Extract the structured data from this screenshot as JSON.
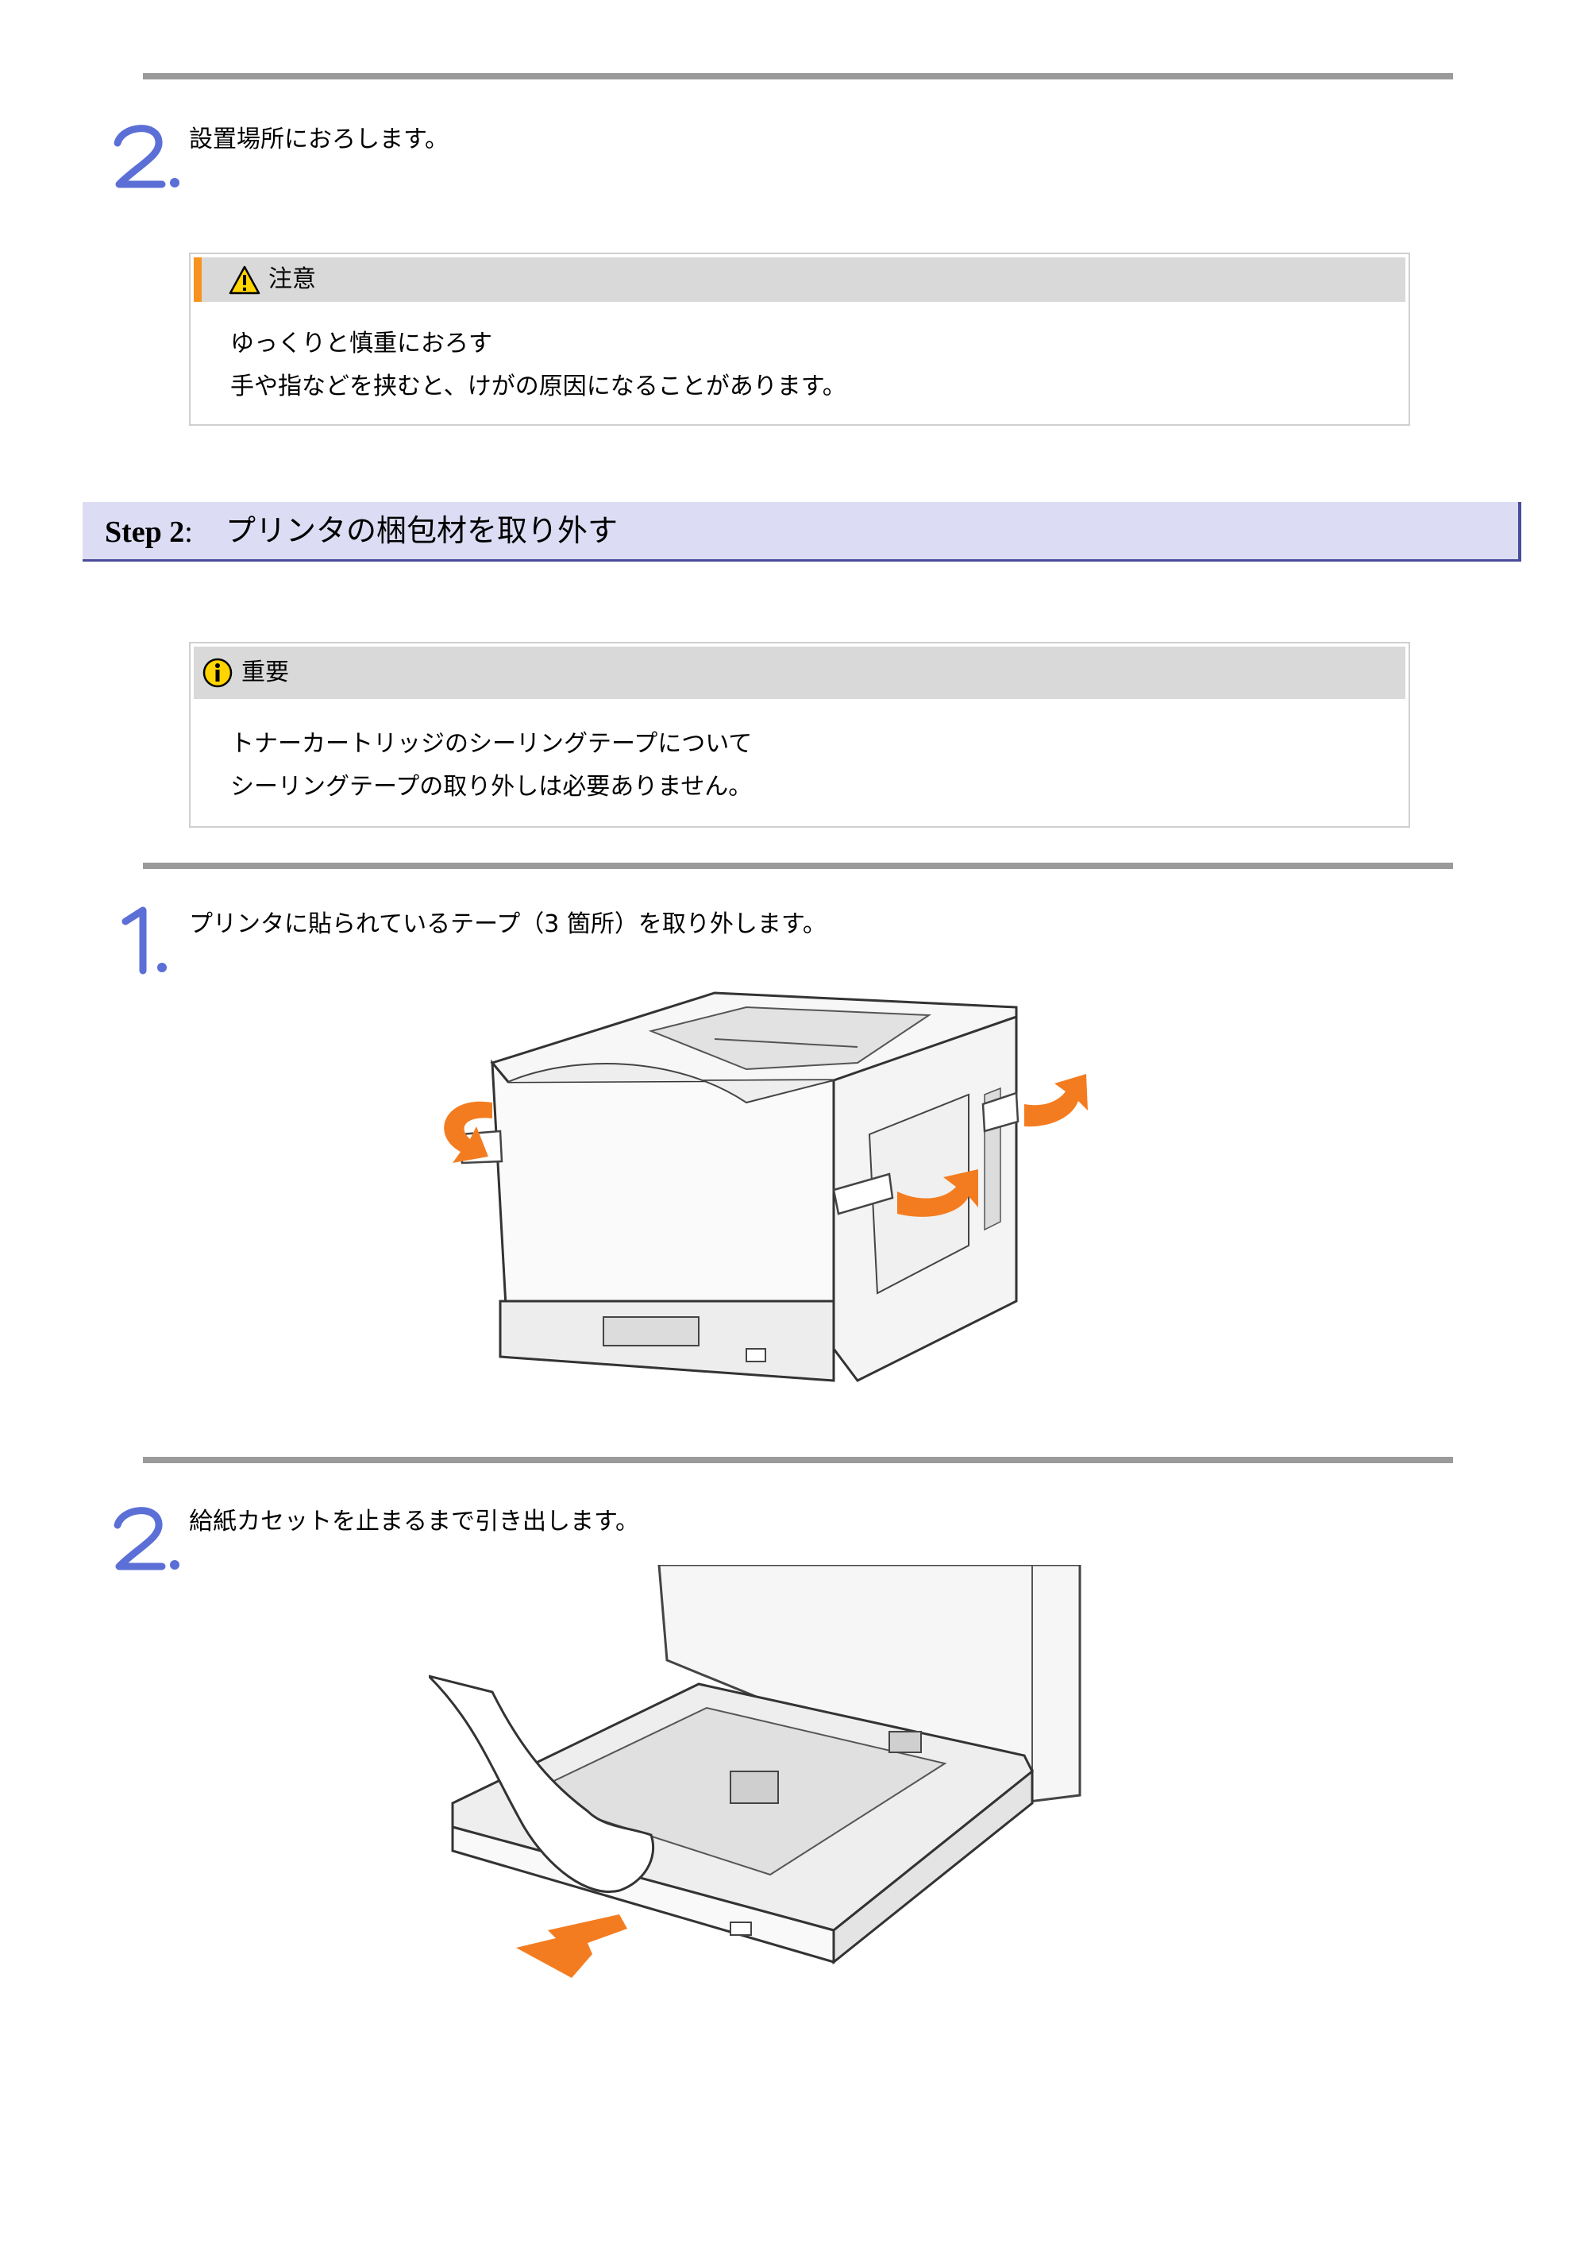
{
  "top_step": {
    "number": "2",
    "text": "設置場所におろします。"
  },
  "caution": {
    "title": "注意",
    "icon": "warning-triangle-icon",
    "line1": "ゆっくりと慎重におろす",
    "line2": "手や指などを挟むと、けがの原因になることがあります。"
  },
  "section": {
    "step_label": "Step 2",
    "separator": ":",
    "title": "プリンタの梱包材を取り外す"
  },
  "important": {
    "title": "重要",
    "icon": "info-circle-icon",
    "line1": "トナーカートリッジのシーリングテープについて",
    "line2": "シーリングテープの取り外しは必要ありません。"
  },
  "steps": [
    {
      "number": "1",
      "text": "プリンタに貼られているテープ（3 箇所）を取り外します。"
    },
    {
      "number": "2",
      "text": "給紙カセットを止まるまで引き出します。"
    }
  ],
  "colors": {
    "step_number": "#5b6fd6",
    "arrow": "#f47c20",
    "caution_bar": "#f7931e",
    "section_bg": "#dcdcf4"
  }
}
